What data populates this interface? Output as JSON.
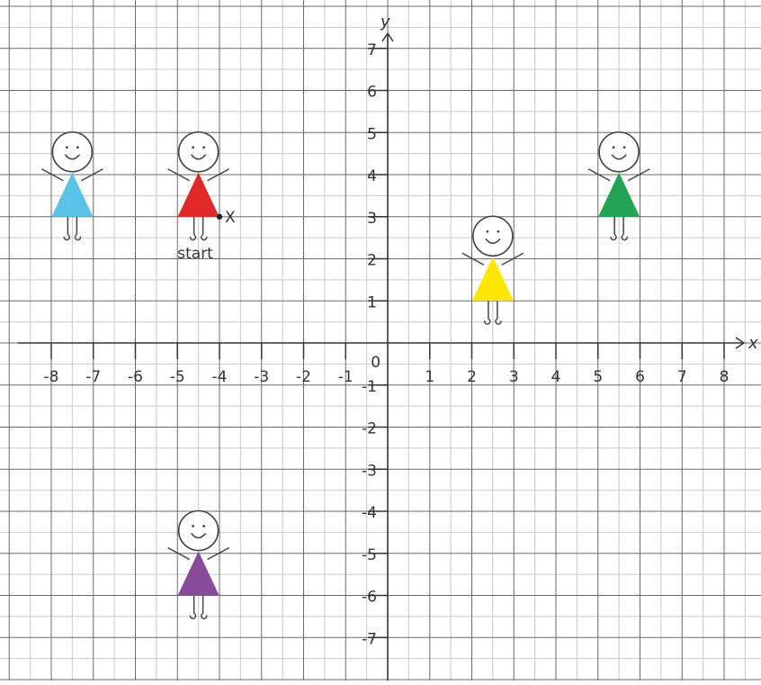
{
  "axes": {
    "x_label": "x",
    "y_label": "y",
    "origin_label": "0",
    "x_ticks": [
      "-8",
      "-7",
      "-6",
      "-5",
      "-4",
      "-3",
      "-2",
      "-1",
      "1",
      "2",
      "3",
      "4",
      "5",
      "6",
      "7",
      "8"
    ],
    "x_tick_values": [
      -8,
      -7,
      -6,
      -5,
      -4,
      -3,
      -2,
      -1,
      1,
      2,
      3,
      4,
      5,
      6,
      7,
      8
    ],
    "y_ticks": [
      "7",
      "6",
      "5",
      "4",
      "3",
      "2",
      "1",
      "-1",
      "-2",
      "-3",
      "-4",
      "-5",
      "-6",
      "-7"
    ],
    "y_tick_values": [
      7,
      6,
      5,
      4,
      3,
      2,
      1,
      -1,
      -2,
      -3,
      -4,
      -5,
      -6,
      -7
    ],
    "x_range": [
      -8.8,
      8.8
    ],
    "y_range": [
      -7.8,
      7.8
    ],
    "grid_minor_step": 0.5,
    "grid_major_step": 1
  },
  "figures": [
    {
      "id": "blue",
      "color": "#5bc3e8",
      "x": -7.5,
      "y": 3
    },
    {
      "id": "red",
      "color": "#e02826",
      "x": -4.5,
      "y": 3
    },
    {
      "id": "yellow",
      "color": "#ffe600",
      "x": 2.5,
      "y": 1
    },
    {
      "id": "green",
      "color": "#23a455",
      "x": 5.5,
      "y": 3
    },
    {
      "id": "purple",
      "color": "#8a4a9c",
      "x": -4.5,
      "y": -6
    }
  ],
  "start_point": {
    "x": -4,
    "y": 3,
    "mark": "X",
    "label": "start"
  },
  "colors": {
    "grid_major": "#6b6b6b",
    "grid_minor": "#c9c9c9",
    "axis": "#333333",
    "figure_line": "#444444"
  }
}
